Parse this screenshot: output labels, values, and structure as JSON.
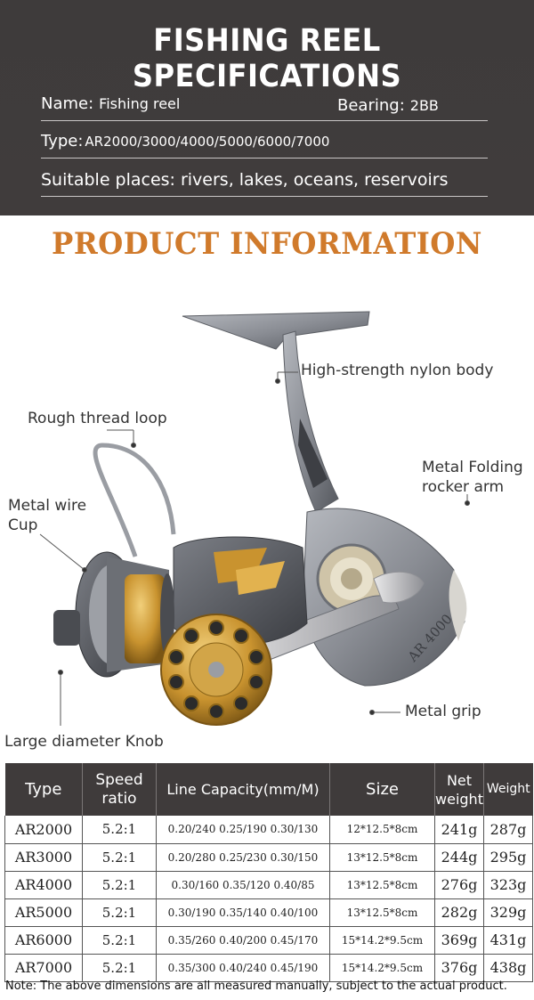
{
  "specs": {
    "title": "FISHING REEL SPECIFICATIONS",
    "name_label": "Name:",
    "name_value": "Fishing reel",
    "bearing_label": "Bearing:",
    "bearing_value": "2BB",
    "type_label": "Type:",
    "type_value": "AR2000/3000/4000/5000/6000/7000",
    "places_label": "Suitable places:",
    "places_value": "rivers, lakes, oceans, reservoirs"
  },
  "product": {
    "title": "PRODUCT INFORMATION",
    "model_engraving": "AR 4000",
    "callouts": {
      "nylon_body": "High-strength nylon body",
      "thread_loop": "Rough thread loop",
      "rocker_arm_line1": "Metal Folding",
      "rocker_arm_line2": "rocker arm",
      "wire_cup_line1": "Metal wire",
      "wire_cup_line2": "Cup",
      "grip": "Metal grip",
      "knob": "Large diameter Knob"
    }
  },
  "table": {
    "headers": {
      "type": "Type",
      "speed_ratio_line1": "Speed",
      "speed_ratio_line2": "ratio",
      "line_capacity": "Line Capacity(mm/M)",
      "size": "Size",
      "net_weight_line1": "Net",
      "net_weight_line2": "weight",
      "weight": "Weight"
    },
    "rows": [
      {
        "type": "AR2000",
        "ratio": "5.2:1",
        "line": "0.20/240 0.25/190 0.30/130",
        "size": "12*12.5*8cm",
        "net": "241g",
        "weight": "287g"
      },
      {
        "type": "AR3000",
        "ratio": "5.2:1",
        "line": "0.20/280 0.25/230 0.30/150",
        "size": "13*12.5*8cm",
        "net": "244g",
        "weight": "295g"
      },
      {
        "type": "AR4000",
        "ratio": "5.2:1",
        "line": "0.30/160 0.35/120 0.40/85",
        "size": "13*12.5*8cm",
        "net": "276g",
        "weight": "323g"
      },
      {
        "type": "AR5000",
        "ratio": "5.2:1",
        "line": "0.30/190 0.35/140 0.40/100",
        "size": "13*12.5*8cm",
        "net": "282g",
        "weight": "329g"
      },
      {
        "type": "AR6000",
        "ratio": "5.2:1",
        "line": "0.35/260 0.40/200 0.45/170",
        "size": "15*14.2*9.5cm",
        "net": "369g",
        "weight": "431g"
      },
      {
        "type": "AR7000",
        "ratio": "5.2:1",
        "line": "0.35/300 0.40/240 0.45/190",
        "size": "15*14.2*9.5cm",
        "net": "376g",
        "weight": "438g"
      }
    ]
  },
  "note": "Note: The above dimensions are all measured manually, subject to the actual product.",
  "colors": {
    "header_bg": "#3f3b3b",
    "accent_orange": "#d07a2b",
    "reel_gray": "#8c8f96",
    "reel_gold": "#c9932f"
  }
}
